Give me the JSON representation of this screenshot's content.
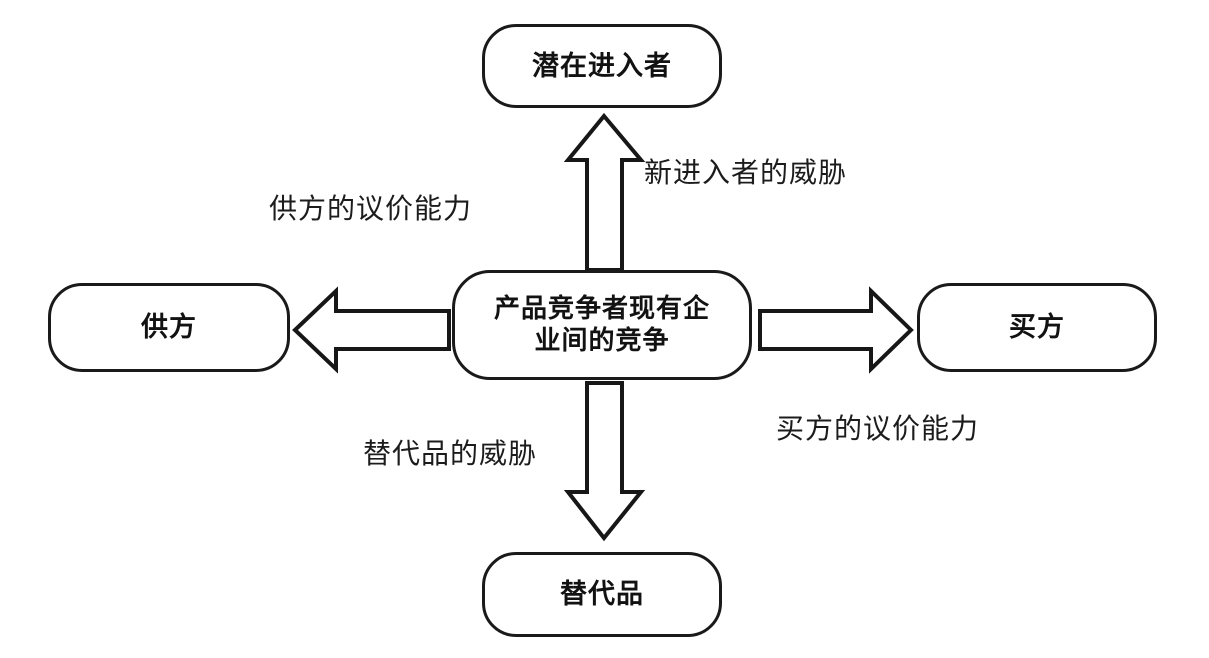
{
  "diagram": {
    "title": "Porter Five Forces",
    "stroke_color": "#171717",
    "fill_color": "#ffffff",
    "nodes": {
      "top": {
        "label": "潜在进入者"
      },
      "left": {
        "label": "供方"
      },
      "center": {
        "line1": "产品竞争者现有企",
        "line2": "业间的竞争"
      },
      "right": {
        "label": "买方"
      },
      "bottom": {
        "label": "替代品"
      }
    },
    "edges": {
      "up": {
        "label": "新进入者的威胁",
        "direction": "up",
        "from": "center",
        "to": "top"
      },
      "left": {
        "label": "供方的议价能力",
        "direction": "left",
        "from": "center",
        "to": "left"
      },
      "right": {
        "label": "买方的议价能力",
        "direction": "right",
        "from": "center",
        "to": "right"
      },
      "down": {
        "label": "替代品的威胁",
        "direction": "down",
        "from": "center",
        "to": "bottom"
      }
    }
  }
}
